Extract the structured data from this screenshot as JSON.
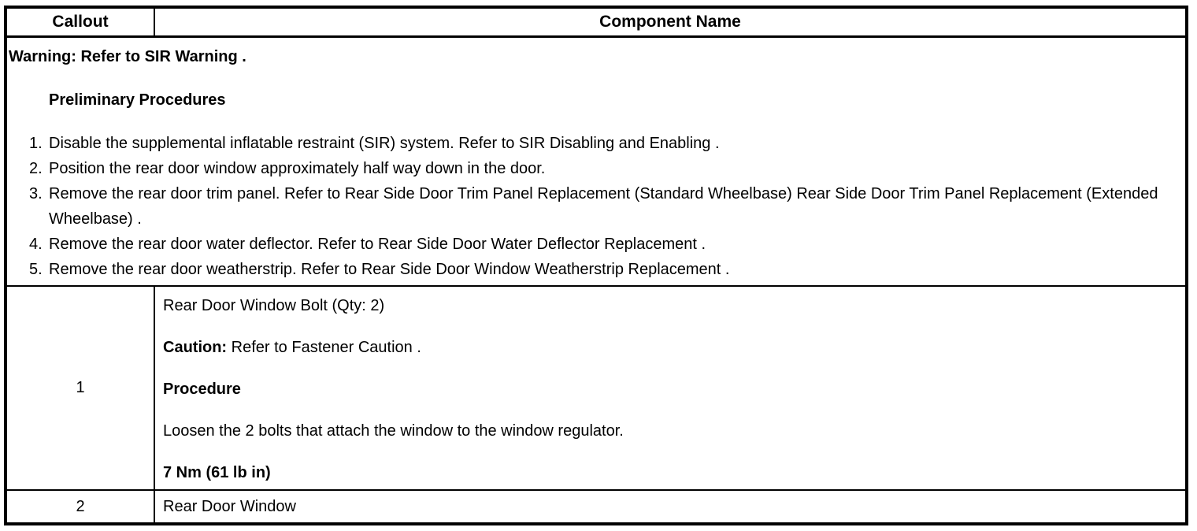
{
  "table": {
    "header": {
      "callout": "Callout",
      "component": "Component Name"
    },
    "preliminary": {
      "warning": "Warning: Refer to SIR Warning .",
      "heading": "Preliminary Procedures",
      "steps": [
        {
          "num": "1.",
          "text": "Disable the supplemental inflatable restraint (SIR) system. Refer to SIR Disabling and Enabling ."
        },
        {
          "num": "2.",
          "text": "Position the rear door window approximately half way down in the door."
        },
        {
          "num": "3.",
          "text": "Remove the rear door trim panel. Refer to Rear Side Door Trim Panel Replacement (Standard Wheelbase) Rear Side Door Trim Panel Replacement (Extended Wheelbase) ."
        },
        {
          "num": "4.",
          "text": "Remove the rear door water deflector. Refer to Rear Side Door Water Deflector Replacement ."
        },
        {
          "num": "5.",
          "text": "Remove the rear door weatherstrip. Refer to Rear Side Door Window Weatherstrip Replacement ."
        }
      ]
    },
    "rows": [
      {
        "callout": "1",
        "name": "Rear Door Window Bolt (Qty: 2)",
        "caution_label": "Caution:",
        "caution_text": "Refer to Fastener Caution .",
        "procedure_heading": "Procedure",
        "procedure_text": "Loosen the 2 bolts that attach the window to the window regulator.",
        "torque": "7 Nm (61 lb in)"
      },
      {
        "callout": "2",
        "name": "Rear Door Window"
      }
    ],
    "colors": {
      "border": "#000000",
      "text": "#000000",
      "background": "#ffffff"
    }
  }
}
